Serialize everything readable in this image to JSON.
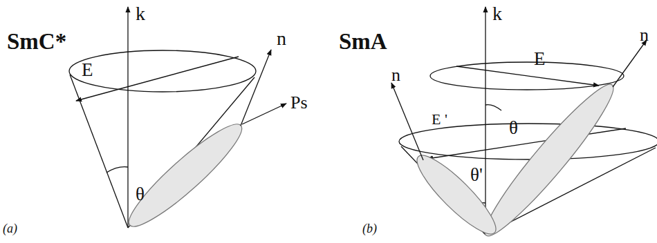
{
  "diagram": {
    "labels": [
      "SmC*",
      "k",
      "n",
      "E",
      "Ps",
      "θ",
      "(a)",
      "SmA",
      "k",
      "n",
      "E",
      "E '",
      "θ",
      "n",
      "θ'",
      "(b)"
    ]
  }
}
